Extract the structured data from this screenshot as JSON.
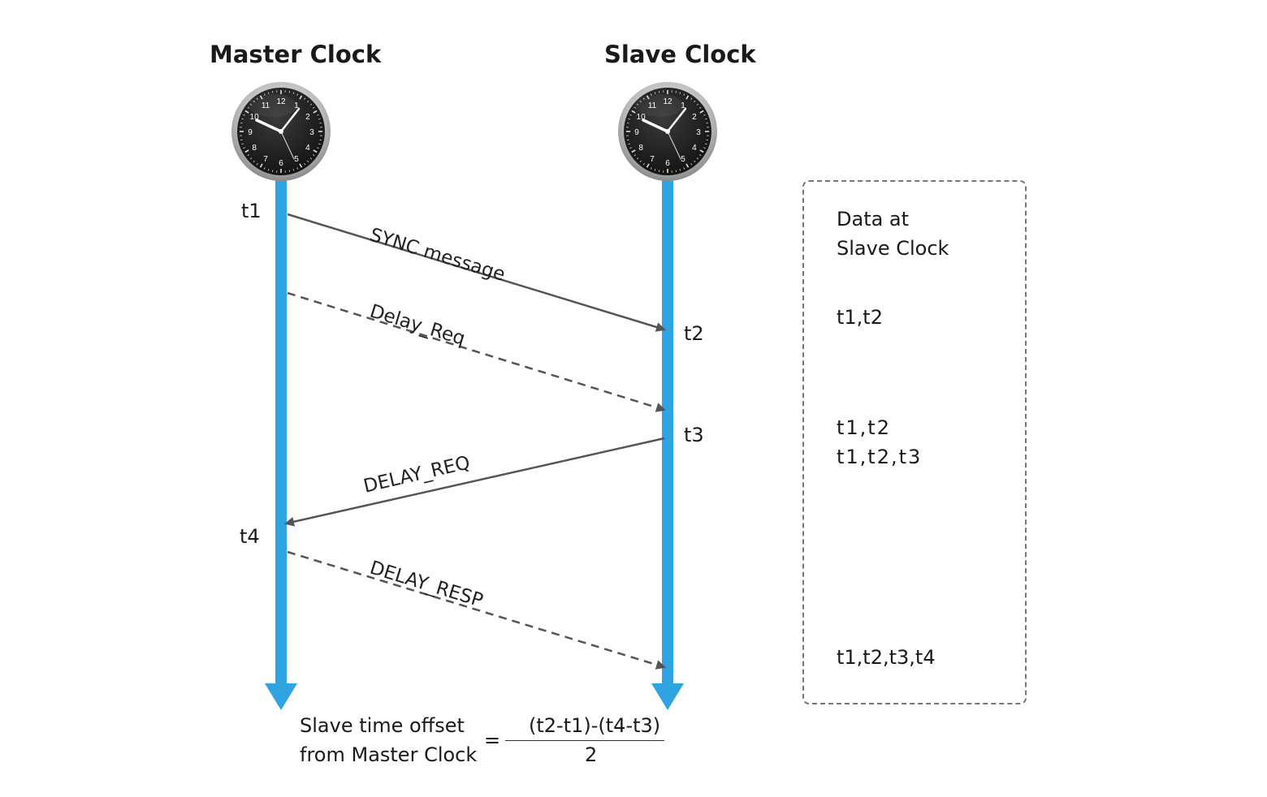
{
  "titles": {
    "master": "Master Clock",
    "slave": "Slave Clock"
  },
  "clock_face": {
    "numbers": [
      "12",
      "1",
      "2",
      "3",
      "4",
      "5",
      "6",
      "7",
      "8",
      "9",
      "10",
      "11"
    ]
  },
  "timestamps": {
    "t1": "t1",
    "t2": "t2",
    "t3": "t3",
    "t4": "t4"
  },
  "messages": {
    "sync": "SYNC message",
    "delay_req_lower": "Delay_Req",
    "delay_req_upper": "DELAY_REQ",
    "delay_resp": "DELAY_RESP"
  },
  "side_panel": {
    "heading_line1": "Data at",
    "heading_line2": "Slave Clock",
    "entry1": "t1,t2",
    "entry2_line1": "t1,t2",
    "entry2_line2": "t1,t2,t3",
    "entry3": "t1,t2,t3,t4"
  },
  "formula": {
    "lhs_line1": "Slave time offset",
    "lhs_line2": "from Master Clock",
    "equals": "=",
    "numerator": "(t2-t1)-(t4-t3)",
    "denominator": "2"
  },
  "colors": {
    "timeline": "#2fa4e0",
    "arrow": "#555555",
    "clock_face": "#1c1c1c",
    "clock_rim": "#c8c8c8"
  }
}
